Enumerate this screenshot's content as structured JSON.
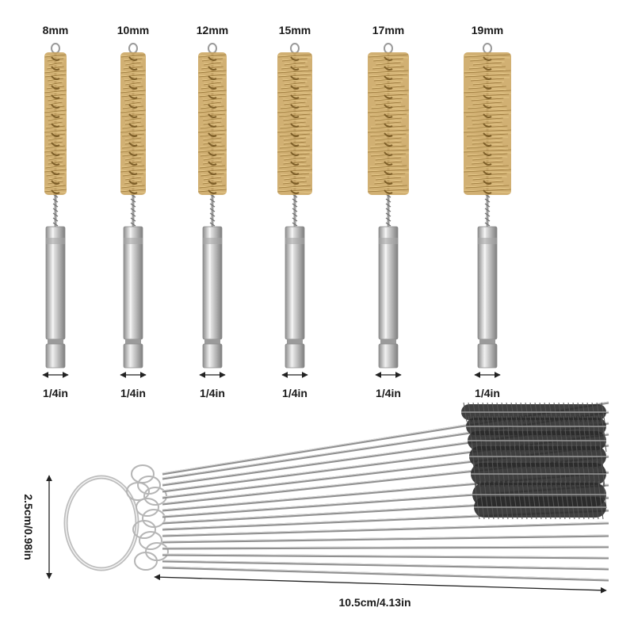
{
  "brushes": [
    {
      "size": "8mm",
      "shank": "1/4in"
    },
    {
      "size": "10mm",
      "shank": "1/4in"
    },
    {
      "size": "12mm",
      "shank": "1/4in"
    },
    {
      "size": "15mm",
      "shank": "1/4in"
    },
    {
      "size": "17mm",
      "shank": "1/4in"
    },
    {
      "size": "19mm",
      "shank": "1/4in"
    }
  ],
  "cleaning_set": {
    "width_label": "10.5cm/4.13in",
    "height_label": "2.5cm/0.98in"
  },
  "colors": {
    "brass_bristle": "#c9a25a",
    "steel_shank": "#c2c2c2",
    "nylon_bristle": "#2a2a2a",
    "wire": "#a9a9a9"
  }
}
